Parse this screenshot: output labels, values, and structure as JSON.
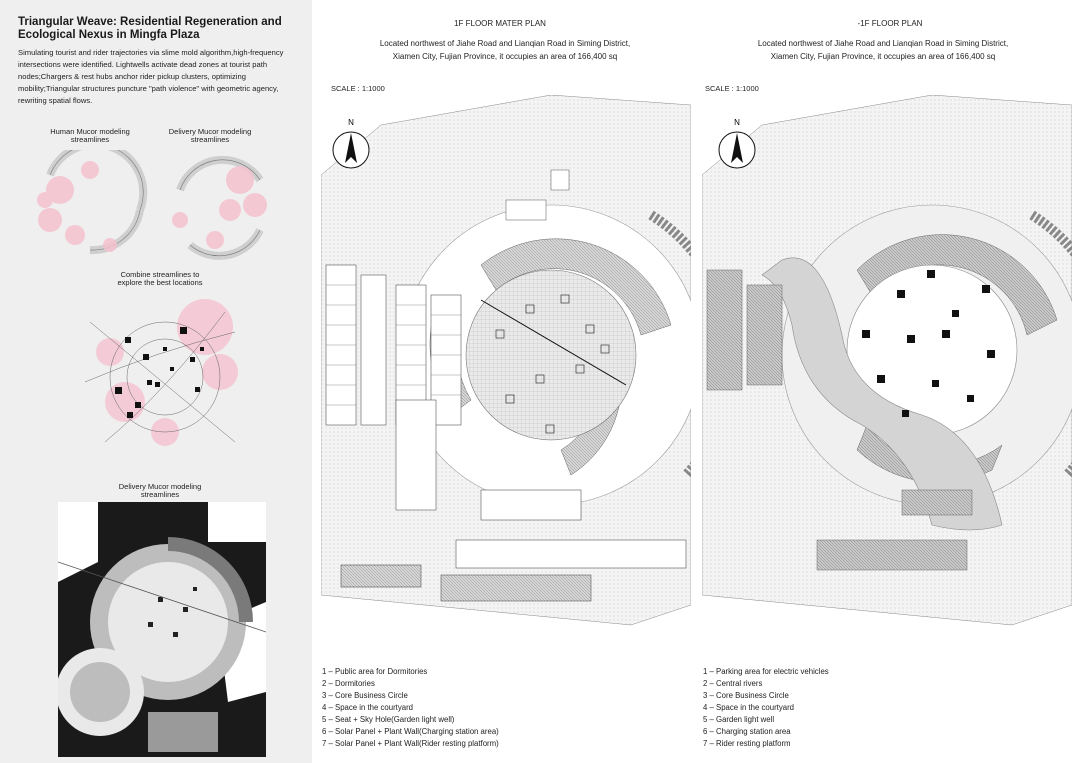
{
  "left": {
    "title": "Triangular Weave: Residential Regeneration and Ecological Nexus in Mingfa Plaza",
    "description": "Simulating tourist and rider trajectories via slime mold algorithm,high-frequency intersections  were identified. Lightwells activate dead zones at tourist path nodes;Chargers & rest hubs anchor rider pickup clusters, optimizing mobility;Triangular structures puncture \"path violence\" with geometric agency, rewriting spatial flows.",
    "human_caption_1": "Human Mucor modeling",
    "human_caption_2": "streamlines",
    "delivery_caption_1": "Delivery Mucor modeling",
    "delivery_caption_2": "streamlines",
    "combine_caption_1": "Combine streamlines to",
    "combine_caption_2": "explore the best locations",
    "bottom_caption_1": "Delivery Mucor modeling",
    "bottom_caption_2": "streamlines"
  },
  "plan1": {
    "title": "1F FLOOR MATER PLAN",
    "desc_1": "Located northwest of Jiahe Road and Lianqian Road in Siming District,",
    "desc_2": "Xiamen City, Fujian Province, it occupies an area of 166,400 sq",
    "scale": "SCALE : 1:1000",
    "north": "N",
    "legend": [
      "1 – Public area for Dormitories",
      "2 – Dormitories",
      "3 – Core Business Circle",
      "4 – Space in the courtyard",
      "5 – Seat + Sky Hole(Garden light well)",
      "6 – Solar Panel + Plant Wall(Charging station area)",
      "7 – Solar Panel + Plant Wall(Rider resting platform)"
    ]
  },
  "plan2": {
    "title": "-1F FLOOR PLAN",
    "desc_1": "Located northwest of Jiahe Road and Lianqian Road in Siming District,",
    "desc_2": "Xiamen City, Fujian Province, it occupies an area of 166,400 sq",
    "scale": "SCALE : 1:1000",
    "north": "N",
    "legend": [
      "1 – Parking area for electric vehicles",
      "2 – Central rivers",
      "3 – Core Business Circle",
      "4 – Space in the courtyard",
      "5 – Garden light well",
      "6 – Charging station area",
      "7 – Rider resting platform"
    ]
  },
  "colors": {
    "panel_bg": "#efefef",
    "pink": "#f2b8c8",
    "dark": "#1a1a1a",
    "hatch": "#9a9a9a"
  }
}
